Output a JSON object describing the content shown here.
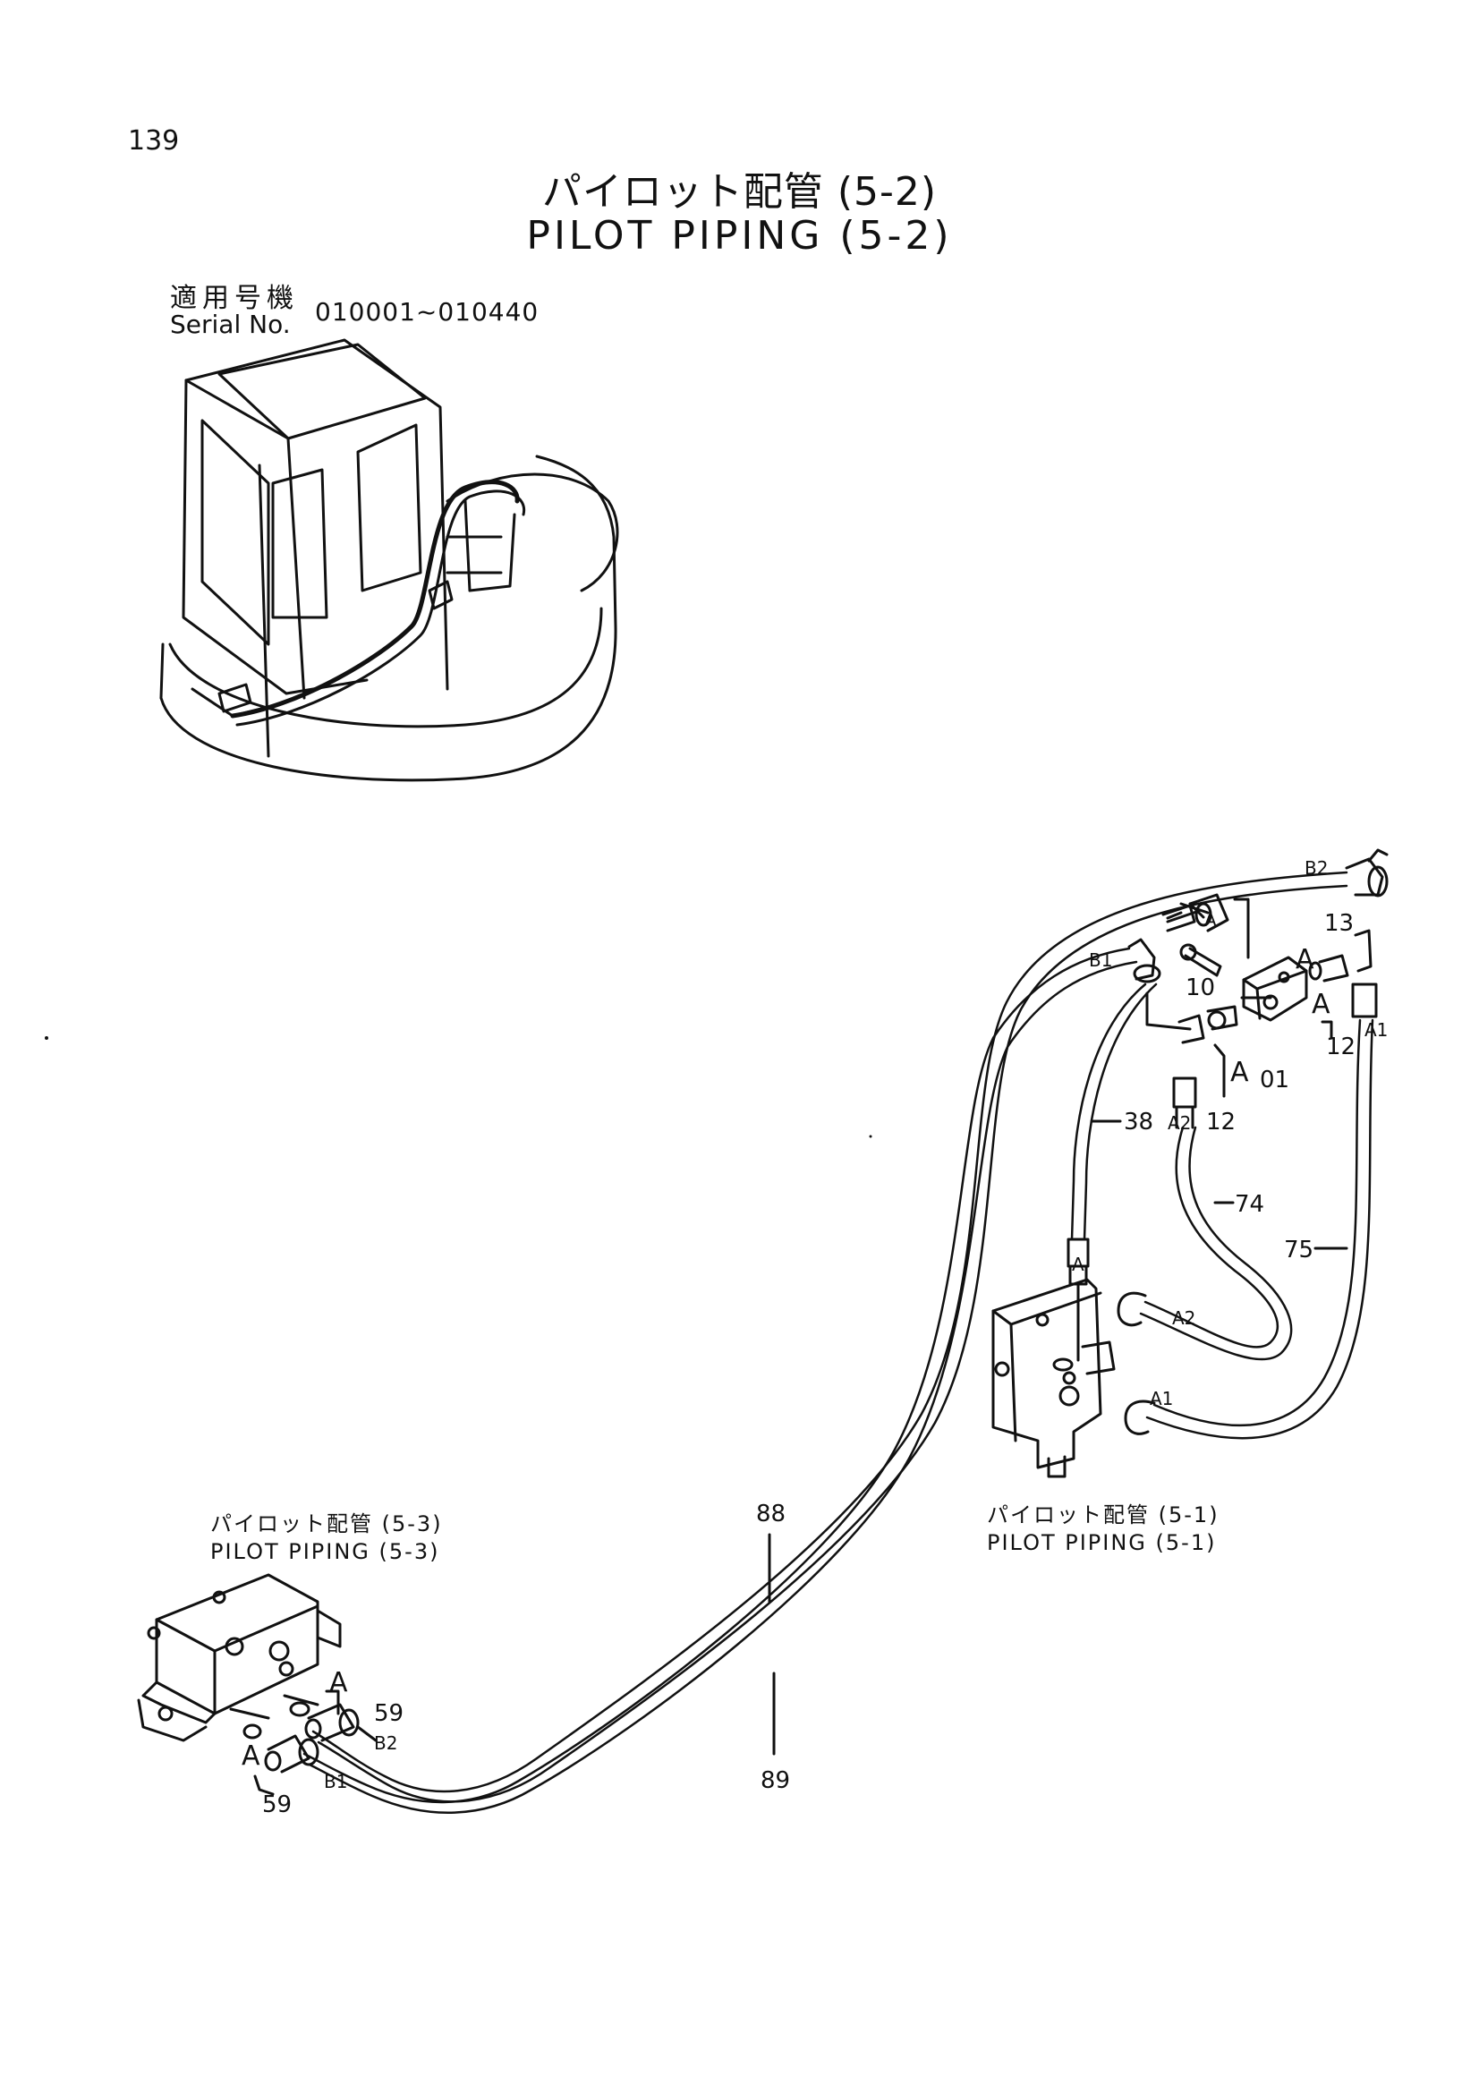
{
  "page_number": "139",
  "title": {
    "ja": "パイロット配管 (5-2)",
    "en": "PILOT PIPING (5-2)"
  },
  "serial": {
    "label_ja": "適用号機",
    "label_en": "Serial No.",
    "range": "010001~010440"
  },
  "references": {
    "left": {
      "ja": "パイロット配管 (5-3)",
      "en": "PILOT PIPING (5-3)"
    },
    "right": {
      "ja": "パイロット配管 (5-1)",
      "en": "PILOT PIPING (5-1)"
    }
  },
  "part_labels": {
    "p01": "01",
    "p10": "10",
    "p12a": "12",
    "p12b": "12",
    "p13": "13",
    "p38": "38",
    "p59a": "59",
    "p59b": "59",
    "p74": "74",
    "p75": "75",
    "p88": "88",
    "p89": "89"
  },
  "port_labels": {
    "a": "A",
    "a1": "A1",
    "a2": "A2",
    "b1": "B1",
    "b2": "B2"
  }
}
